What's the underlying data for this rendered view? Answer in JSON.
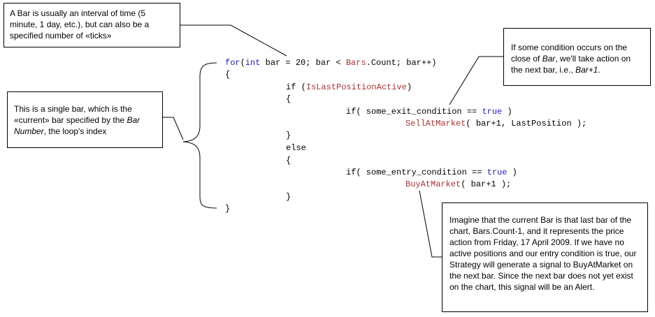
{
  "callouts": {
    "bar_definition": {
      "text": "A Bar is usually an interval of time (5 minute, 1 day, etc.), but can also be a specified number of «ticks»"
    },
    "single_bar": {
      "part1": "This is a single bar, which is the «current» bar specified by the ",
      "em1": "Bar Number",
      "part2": ", the loop's index"
    },
    "next_bar": {
      "part1": "If some condition occurs on the close of ",
      "em1": "Bar",
      "part2": ", we'll take action on the next bar, i.e., ",
      "em2": "Bar+1",
      "part3": "."
    },
    "alert": {
      "text": "Imagine that the current Bar is that last bar of the chart, Bars.Count-1, and it represents the price action from Friday, 17 April 2009. If we have no active positions and our entry condition is true, our Strategy will generate a signal to BuyAtMarket on the next bar. Since the next bar does not yet exist on the chart, this signal will be an Alert."
    }
  },
  "code": {
    "line1": {
      "kw1": "for",
      "p1": "(",
      "kw2": "int",
      "p2": " bar = 20; bar < ",
      "id1": "Bars",
      "p3": ".Count; bar++)"
    },
    "line2": "{",
    "line3": {
      "p1": "if (",
      "id1": "IsLastPositionActive",
      "p2": ")"
    },
    "line4": "{",
    "line5": {
      "p1": "if( some_exit_condition == ",
      "kw1": "true",
      "p2": " )"
    },
    "line6": {
      "id1": "SellAtMarket",
      "p1": "( bar+1, LastPosition );"
    },
    "line7": "}",
    "line8": "else",
    "line9": "{",
    "line10": {
      "p1": "if( some_entry_condition == ",
      "kw1": "true",
      "p2": " )"
    },
    "line11": {
      "id1": "BuyAtMarket",
      "p1": "( bar+1 );"
    },
    "line12": "}",
    "line13": "}"
  },
  "colors": {
    "keyword": "#1f1fb8",
    "identifier": "#a83232",
    "text": "#000000",
    "border": "#000000"
  }
}
